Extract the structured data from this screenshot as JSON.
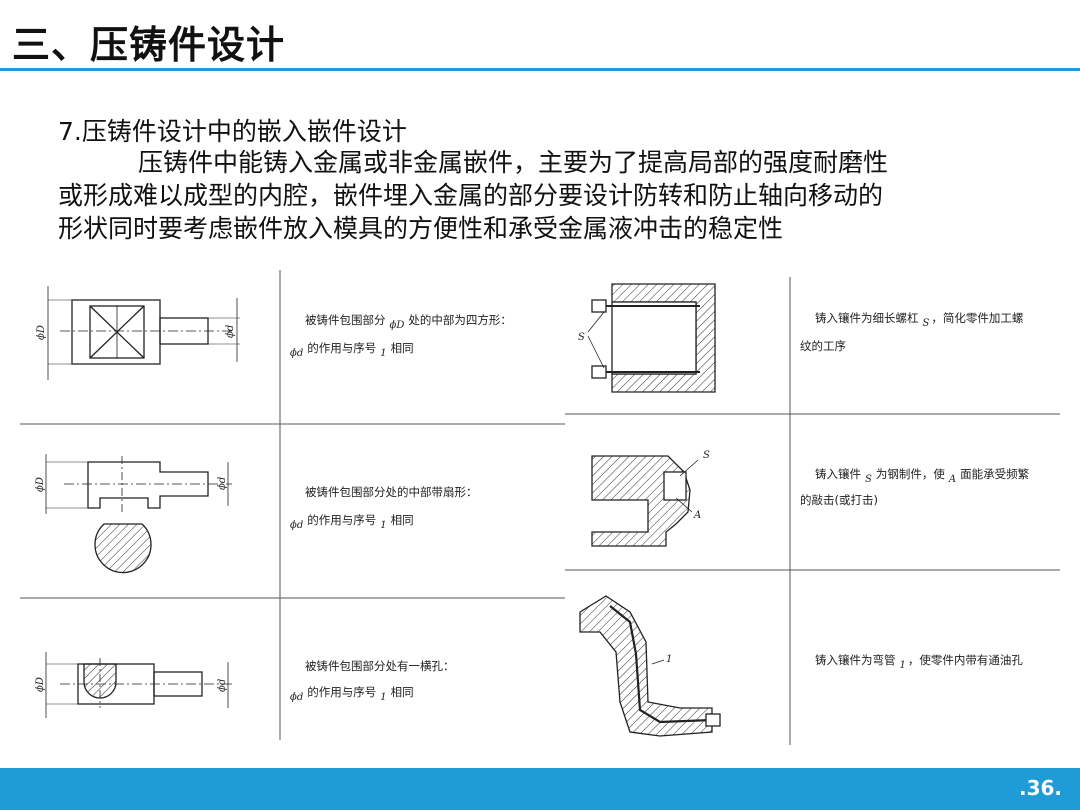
{
  "header": {
    "title": "三、压铸件设计"
  },
  "content": {
    "heading": "7.压铸件设计中的嵌入嵌件设计",
    "paragraph_lines": [
      "压铸件中能铸入金属或非金属嵌件，主要为了提高局部的强度耐磨性",
      "或形成难以成型的内腔，嵌件埋入金属的部分要设计防转和防止轴向移动的",
      "形状同时要考虑嵌件放入模具的方便性和承受金属液冲击的稳定性"
    ]
  },
  "figure": {
    "left_rows": [
      {
        "line1_a": "被铸件包围部分",
        "line1_sub": "ϕD",
        "line1_b": "处的中部为四方形：",
        "line2_sub": "ϕd",
        "line2_a": "的作用与序号",
        "line2_num": "1",
        "line2_b": "相同"
      },
      {
        "line1_a": "被铸件包围部分处的中部带扇形：",
        "line2_sub": "ϕd",
        "line2_a": "的作用与序号",
        "line2_num": "1",
        "line2_b": "相同"
      },
      {
        "line1_a": "被铸件包围部分处有一横孔：",
        "line2_sub": "ϕd",
        "line2_a": "的作用与序号",
        "line2_num": "1",
        "line2_b": "相同"
      }
    ],
    "right_rows": [
      {
        "line1_a": "铸入镶件为细长螺杠",
        "line1_sub": "S",
        "line1_b": "，简化零件加工螺",
        "line2": "纹的工序"
      },
      {
        "line1_a": "铸入镶件",
        "line1_sub": "S",
        "line1_b": "为钢制件，使",
        "line1_sub2": "A",
        "line1_c": "面能承受频繁",
        "line2": "的敲击(或打击)"
      },
      {
        "line1_a": "铸入镶件为弯管",
        "line1_sub": "1",
        "line1_b": "，使零件内带有通油孔"
      }
    ],
    "dim_labels": {
      "big": "ϕD",
      "small": "ϕd",
      "s": "S",
      "a": "A",
      "one": "1"
    }
  },
  "footer": {
    "page": ".36."
  },
  "colors": {
    "accent": "#1f9bd7"
  }
}
